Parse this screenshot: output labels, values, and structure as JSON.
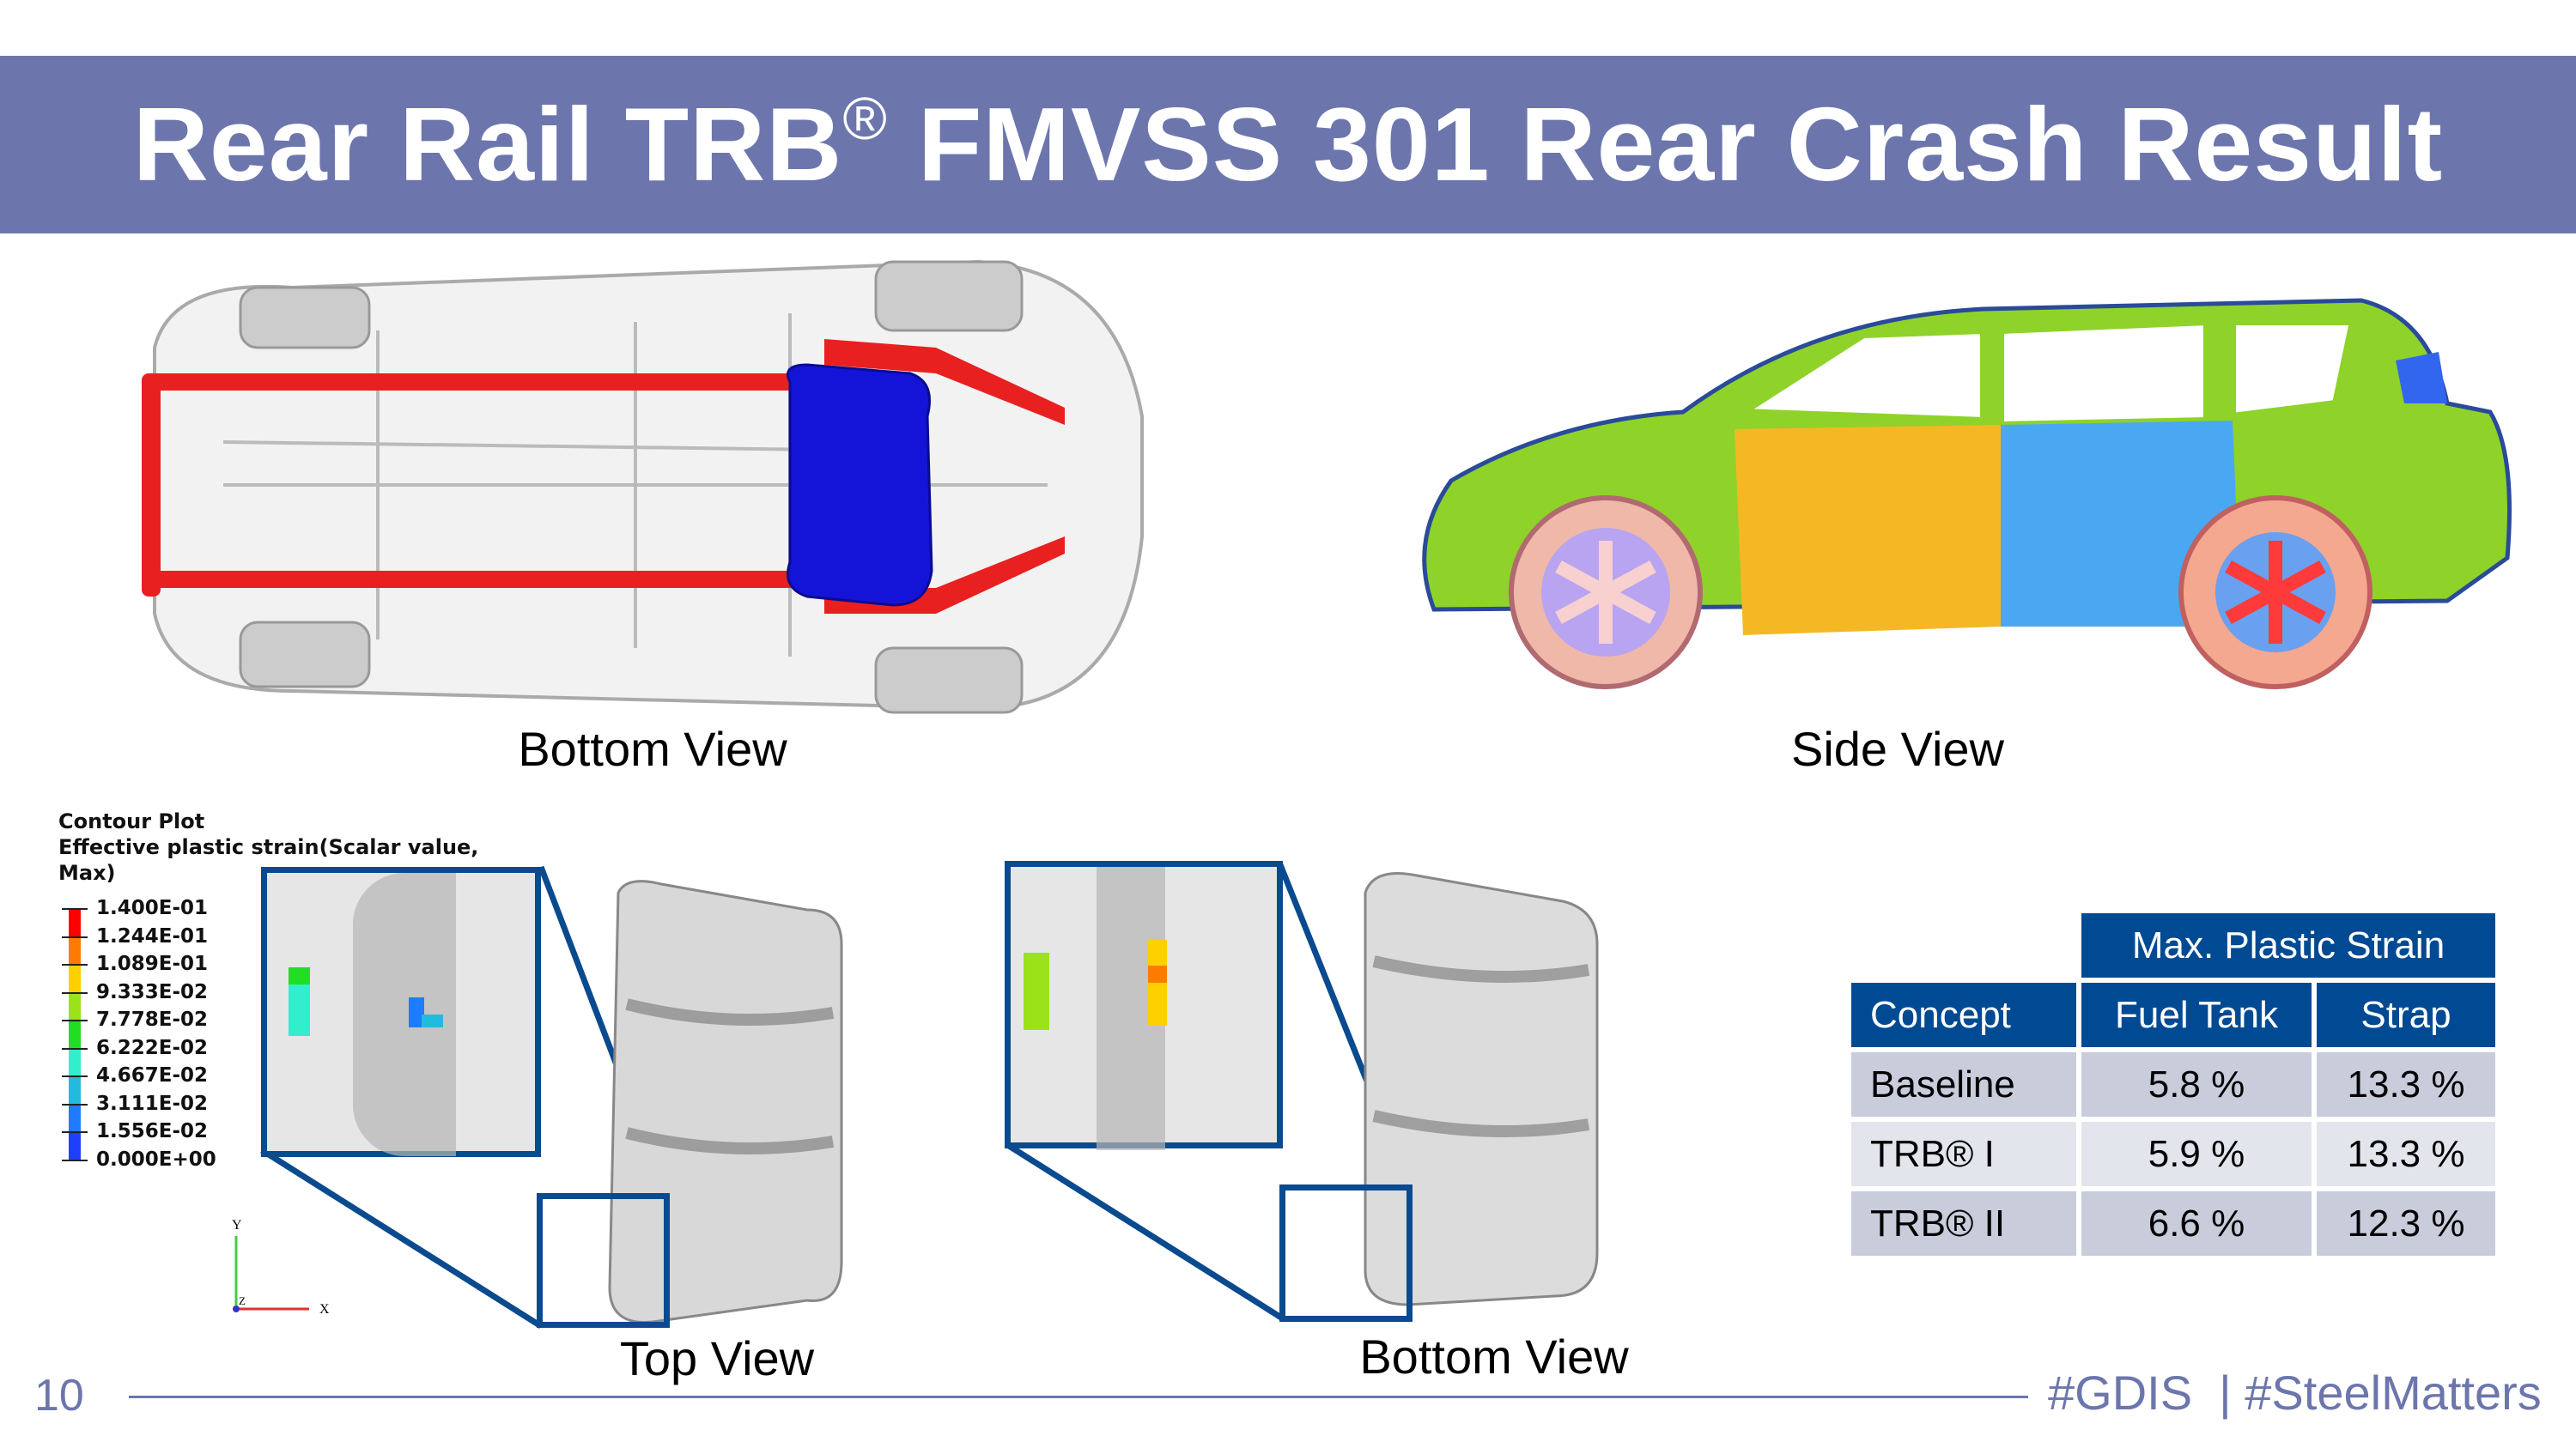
{
  "title": {
    "main": "Rear Rail TRB",
    "reg": "®",
    "rest": " FMVSS 301 Rear Crash Result"
  },
  "views": {
    "bottom_car": "Bottom View",
    "side_car": "Side View",
    "top_tank": "Top View",
    "bottom_tank": "Bottom View"
  },
  "legend": {
    "title": "Contour Plot",
    "subtitle": "Effective plastic strain(Scalar value, Max)",
    "levels": [
      "1.400E-01",
      "1.244E-01",
      "1.089E-01",
      "9.333E-02",
      "7.778E-02",
      "6.222E-02",
      "4.667E-02",
      "3.111E-02",
      "1.556E-02",
      "0.000E+00"
    ],
    "colors": [
      "#ff0000",
      "#ff7a00",
      "#ffd000",
      "#9be21a",
      "#22dd22",
      "#33eecc",
      "#22bbdd",
      "#1f7bff",
      "#1f3fff",
      "#c0c0c0"
    ],
    "axis_x": "X",
    "axis_y": "Y",
    "axis_z": "Z"
  },
  "table": {
    "group_header": "Max. Plastic Strain",
    "headers": [
      "Concept",
      "Fuel Tank",
      "Strap"
    ],
    "rows": [
      {
        "concept": "Baseline",
        "fuel_tank": "5.8 %",
        "strap": "13.3 %"
      },
      {
        "concept": "TRB® I",
        "fuel_tank": "5.9 %",
        "strap": "13.3 %"
      },
      {
        "concept": "TRB® II",
        "fuel_tank": "6.6 %",
        "strap": "12.3 %"
      }
    ]
  },
  "footer": {
    "page": "10",
    "tags": "#GDIS  | #SteelMatters"
  },
  "colors": {
    "title_bar": "#6c76ad",
    "table_header": "#004a93",
    "row_dark": "#c8ccdb",
    "row_light": "#e3e5ed"
  }
}
